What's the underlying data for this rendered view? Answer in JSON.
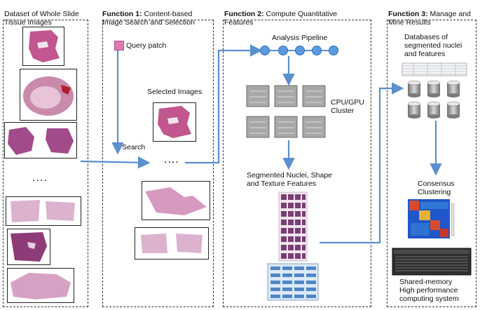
{
  "panels": {
    "p0": {
      "bold": "",
      "text": "Dataset of Whole Slide\nTissue Images"
    },
    "p1": {
      "bold": "Function 1:",
      "text": " Content-based\nImage Search and Selection"
    },
    "p2": {
      "bold": "Function 2:",
      "text": " Compute Quantitative\nFeatures"
    },
    "p3": {
      "bold": "Function 3:",
      "text": " Manage and\nMine Results"
    }
  },
  "labels": {
    "ellipsis1": "....",
    "ellipsis2": "....",
    "query_patch": "Query patch",
    "selected_images": "Selected Images",
    "search": "Search",
    "analysis_pipeline": "Analysis Pipeline",
    "cluster": "CPU/GPU\nCluster",
    "segmented": "Segmented Nuclei, Shape\nand Texture Features",
    "databases": "Databases of\nsegmented nuclei\nand features",
    "consensus": "Consensus\nClustering",
    "hpc": "Shared-memory\nHigh performance\ncomputing system"
  },
  "colors": {
    "arrow": "#5b8fcf",
    "tissue_pink": "#d98cb8",
    "tissue_purple": "#a14b8a",
    "query": "#e07ab0",
    "server": "#9a9a9a"
  }
}
